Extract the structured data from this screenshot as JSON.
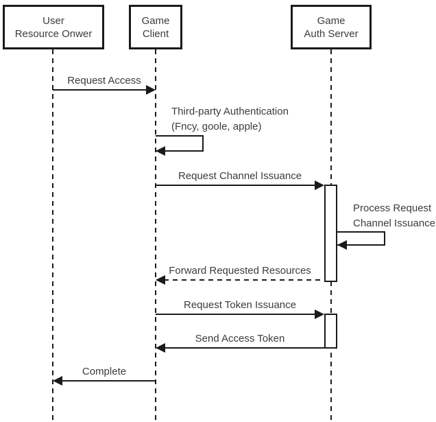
{
  "diagram": {
    "actors": [
      {
        "line1": "User",
        "line2": "Resource Onwer"
      },
      {
        "line1": "Game",
        "line2": "Client"
      },
      {
        "line1": "Game",
        "line2": "Auth Server"
      }
    ],
    "messages": {
      "request_access": "Request Access",
      "third_party_auth_line1": "Third-party Authentication",
      "third_party_auth_line2": "(Fncy, goole, apple)",
      "request_channel_issuance": "Request Channel Issuance",
      "process_request_line1": "Process Request",
      "process_request_line2": "Channel Issuance",
      "forward_requested_resources": "Forward Requested Resources",
      "request_token_issuance": "Request Token Issuance",
      "send_access_token": "Send Access Token",
      "complete": "Complete"
    },
    "colors": {
      "line": "#1a1a1a",
      "text": "#3c3c3c",
      "background": "#ffffff"
    }
  }
}
